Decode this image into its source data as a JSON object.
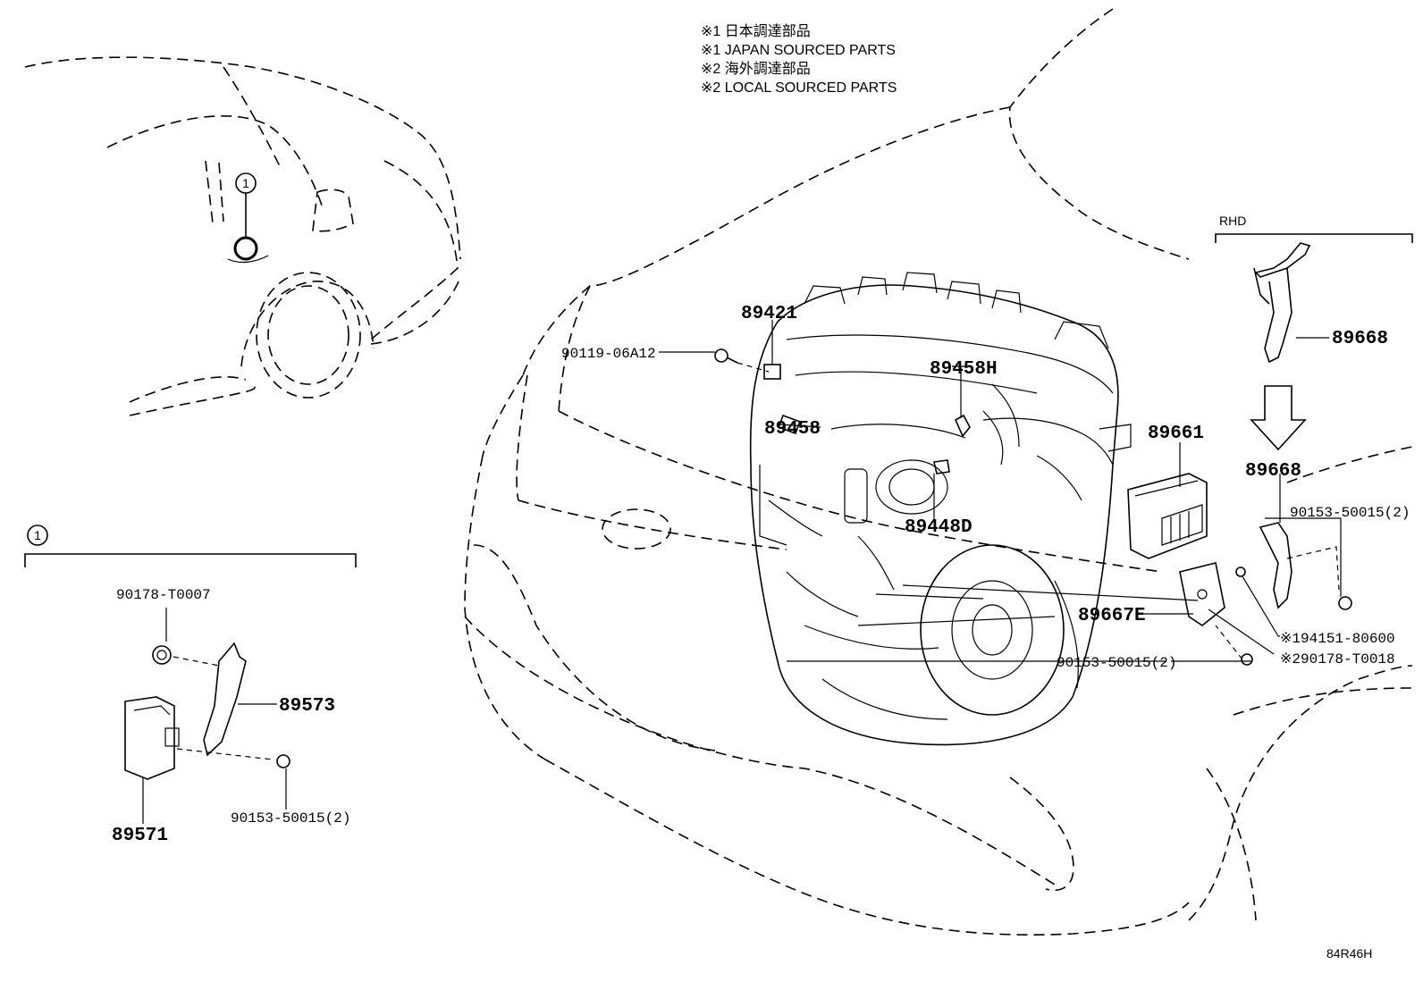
{
  "notes": [
    "※1 日本調達部品",
    "※1 JAPAN SOURCED PARTS",
    "※2 海外調達部品",
    "※2 LOCAL SOURCED PARTS"
  ],
  "callout_marker": "1",
  "rhd_label": "RHD",
  "diagram_code": "84R46H",
  "parts": {
    "p89421": "89421",
    "p90119": "90119-06A12",
    "p89458H": "89458H",
    "p89458": "89458",
    "p89448D": "89448D",
    "p89661": "89661",
    "p89668_top": "89668",
    "p89668_bottom": "89668",
    "p90153_right": "90153-50015(2)",
    "p89667E": "89667E",
    "p194151": "※194151-80600",
    "p290178": "※290178-T0018",
    "p90153_mid": "90153-50015(2)",
    "p90178": "90178-T0007",
    "p89573": "89573",
    "p89571": "89571",
    "p90153_left": "90153-50015(2)"
  }
}
